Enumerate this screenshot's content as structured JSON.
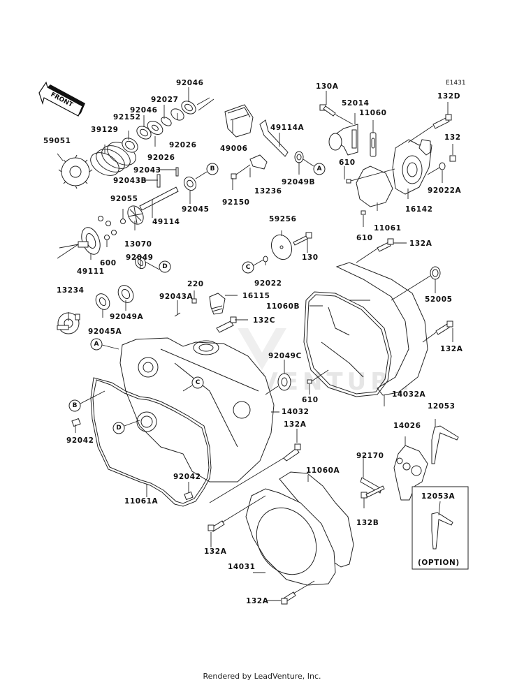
{
  "diagram": {
    "code": "E1431",
    "direction_indicator": "FRONT",
    "watermark": "LEADVENTURE",
    "option_box": {
      "part": "12053A",
      "caption": "(OPTION)"
    },
    "callouts": [
      "A",
      "B",
      "C",
      "D"
    ],
    "labels": [
      "92046",
      "92027",
      "92046",
      "92152",
      "39129",
      "59051",
      "92026",
      "92026",
      "92043",
      "92043B",
      "49006",
      "49114A",
      "13236",
      "92150",
      "92049B",
      "92045",
      "49114",
      "92055",
      "13070",
      "49111",
      "600",
      "92049",
      "13234",
      "92049A",
      "92045A",
      "92043A",
      "220",
      "16115",
      "132C",
      "59256",
      "130",
      "92022",
      "130A",
      "52014",
      "11060",
      "132D",
      "132",
      "610",
      "92022A",
      "16142",
      "11061",
      "610",
      "132A",
      "52005",
      "11060B",
      "132A",
      "92049C",
      "610",
      "14032A",
      "14032",
      "92042",
      "11061A",
      "132A",
      "92042",
      "12053",
      "14026",
      "92170",
      "132B",
      "11060A",
      "132A",
      "14031",
      "132A"
    ]
  },
  "footer": {
    "text": "Rendered by LeadVenture, Inc."
  }
}
